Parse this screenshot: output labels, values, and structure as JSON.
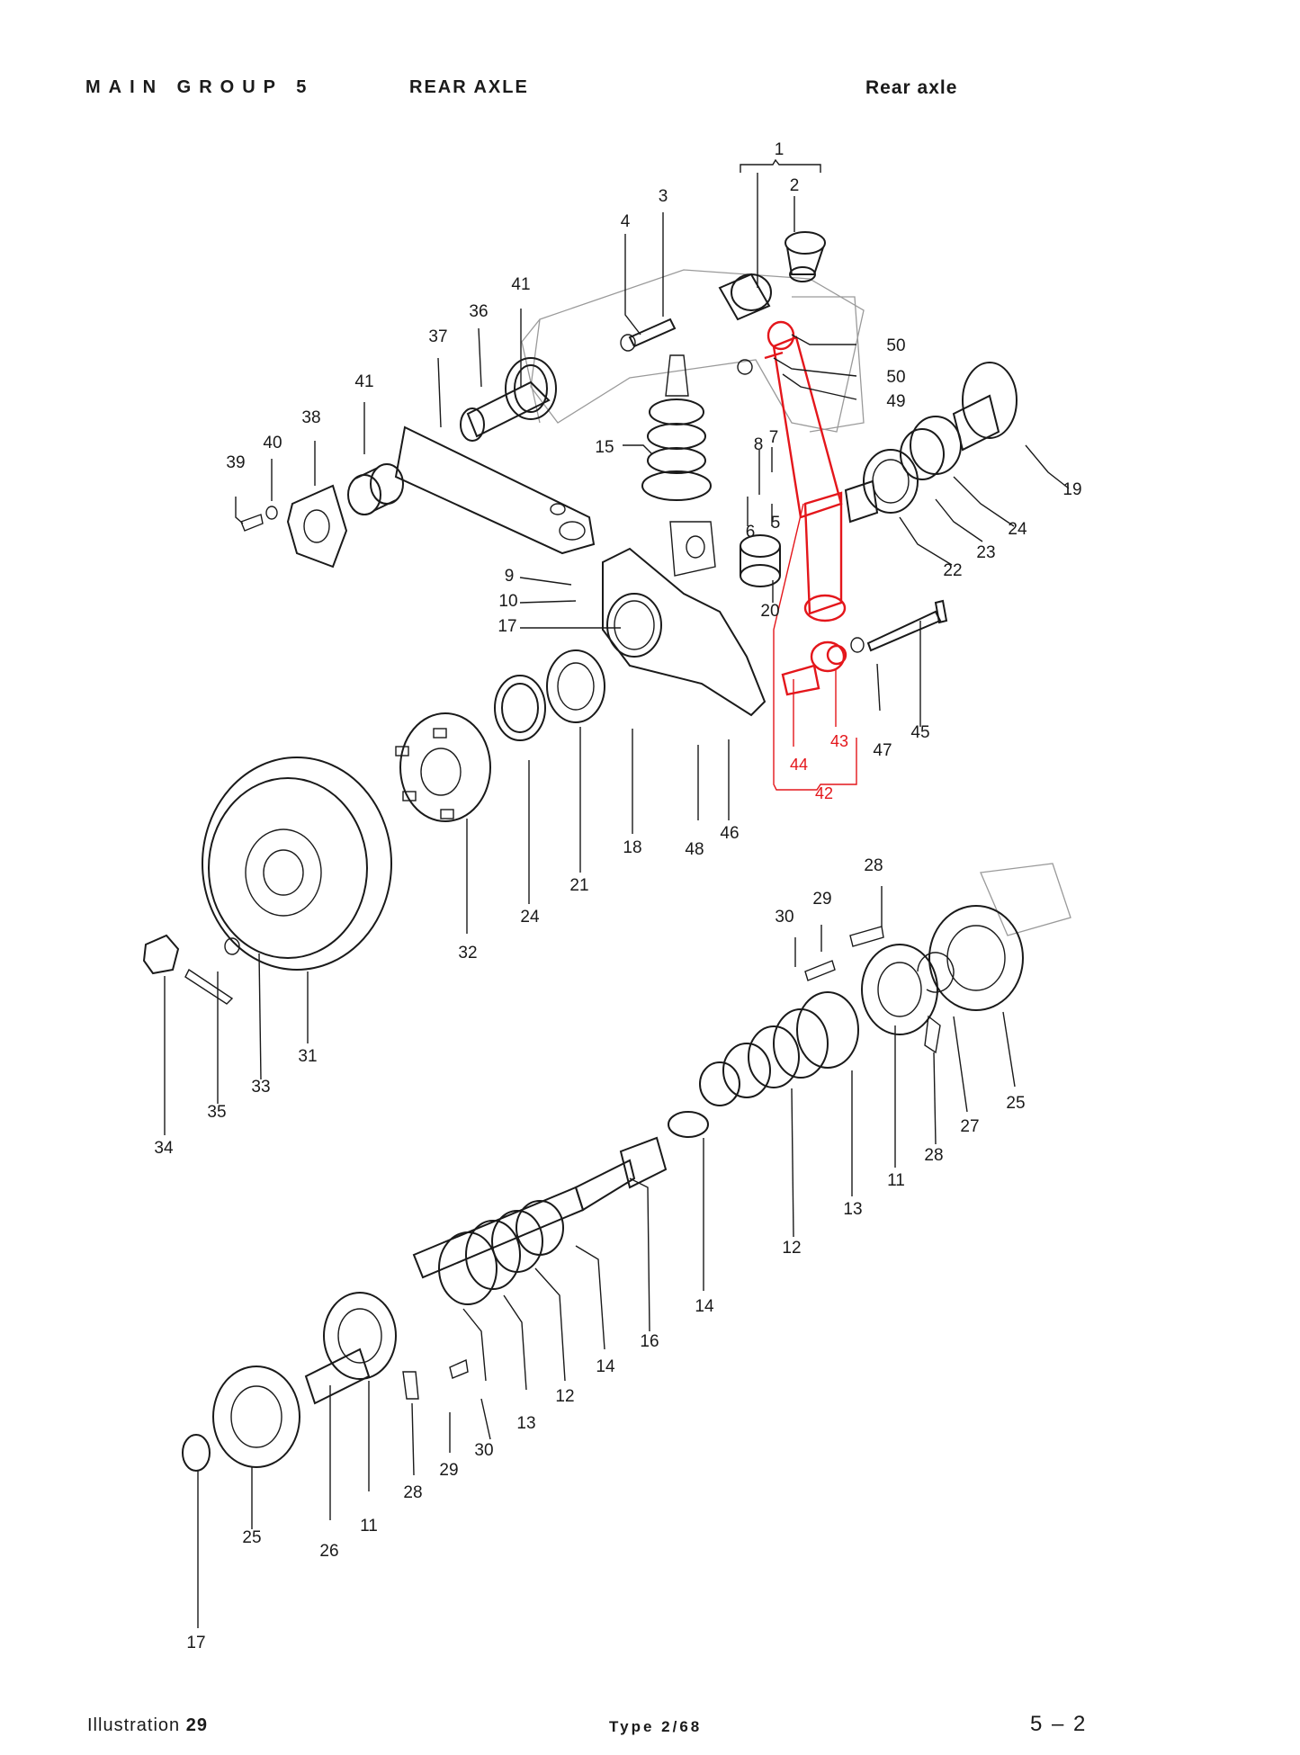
{
  "header": {
    "group": "MAIN GROUP 5",
    "section": "REAR AXLE",
    "title": "Rear axle"
  },
  "footer": {
    "illustration_prefix": "Illustration",
    "illustration_number": "29",
    "type": "Type 2/68",
    "page": "5 – 2"
  },
  "colors": {
    "ink": "#1a1a1a",
    "highlight": "#e4161b"
  },
  "labels": [
    {
      "id": "1",
      "text": "1"
    },
    {
      "id": "2",
      "text": "2"
    },
    {
      "id": "3",
      "text": "3"
    },
    {
      "id": "4",
      "text": "4"
    },
    {
      "id": "50a",
      "text": "50"
    },
    {
      "id": "50b",
      "text": "50"
    },
    {
      "id": "49",
      "text": "49"
    },
    {
      "id": "36",
      "text": "36"
    },
    {
      "id": "41a",
      "text": "41"
    },
    {
      "id": "37",
      "text": "37"
    },
    {
      "id": "41b",
      "text": "41"
    },
    {
      "id": "38",
      "text": "38"
    },
    {
      "id": "40",
      "text": "40"
    },
    {
      "id": "39",
      "text": "39"
    },
    {
      "id": "15",
      "text": "15"
    },
    {
      "id": "8",
      "text": "8"
    },
    {
      "id": "7",
      "text": "7"
    },
    {
      "id": "6",
      "text": "6"
    },
    {
      "id": "5",
      "text": "5"
    },
    {
      "id": "19",
      "text": "19"
    },
    {
      "id": "24a",
      "text": "24"
    },
    {
      "id": "23",
      "text": "23"
    },
    {
      "id": "22",
      "text": "22"
    },
    {
      "id": "9",
      "text": "9"
    },
    {
      "id": "10",
      "text": "10"
    },
    {
      "id": "17a",
      "text": "17"
    },
    {
      "id": "20",
      "text": "20"
    },
    {
      "id": "45",
      "text": "45"
    },
    {
      "id": "47",
      "text": "47"
    },
    {
      "id": "43",
      "text": "43"
    },
    {
      "id": "44",
      "text": "44"
    },
    {
      "id": "42",
      "text": "42"
    },
    {
      "id": "18",
      "text": "18"
    },
    {
      "id": "48",
      "text": "48"
    },
    {
      "id": "46",
      "text": "46"
    },
    {
      "id": "21",
      "text": "21"
    },
    {
      "id": "24b",
      "text": "24"
    },
    {
      "id": "32",
      "text": "32"
    },
    {
      "id": "31",
      "text": "31"
    },
    {
      "id": "33",
      "text": "33"
    },
    {
      "id": "35",
      "text": "35"
    },
    {
      "id": "34",
      "text": "34"
    },
    {
      "id": "28a",
      "text": "28"
    },
    {
      "id": "29a",
      "text": "29"
    },
    {
      "id": "30a",
      "text": "30"
    },
    {
      "id": "25a",
      "text": "25"
    },
    {
      "id": "27",
      "text": "27"
    },
    {
      "id": "28b",
      "text": "28"
    },
    {
      "id": "11a",
      "text": "11"
    },
    {
      "id": "13a",
      "text": "13"
    },
    {
      "id": "12a",
      "text": "12"
    },
    {
      "id": "14a",
      "text": "14"
    },
    {
      "id": "16",
      "text": "16"
    },
    {
      "id": "14b",
      "text": "14"
    },
    {
      "id": "12b",
      "text": "12"
    },
    {
      "id": "13b",
      "text": "13"
    },
    {
      "id": "30b",
      "text": "30"
    },
    {
      "id": "29b",
      "text": "29"
    },
    {
      "id": "28c",
      "text": "28"
    },
    {
      "id": "11b",
      "text": "11"
    },
    {
      "id": "26",
      "text": "26"
    },
    {
      "id": "25b",
      "text": "25"
    },
    {
      "id": "17b",
      "text": "17"
    }
  ]
}
